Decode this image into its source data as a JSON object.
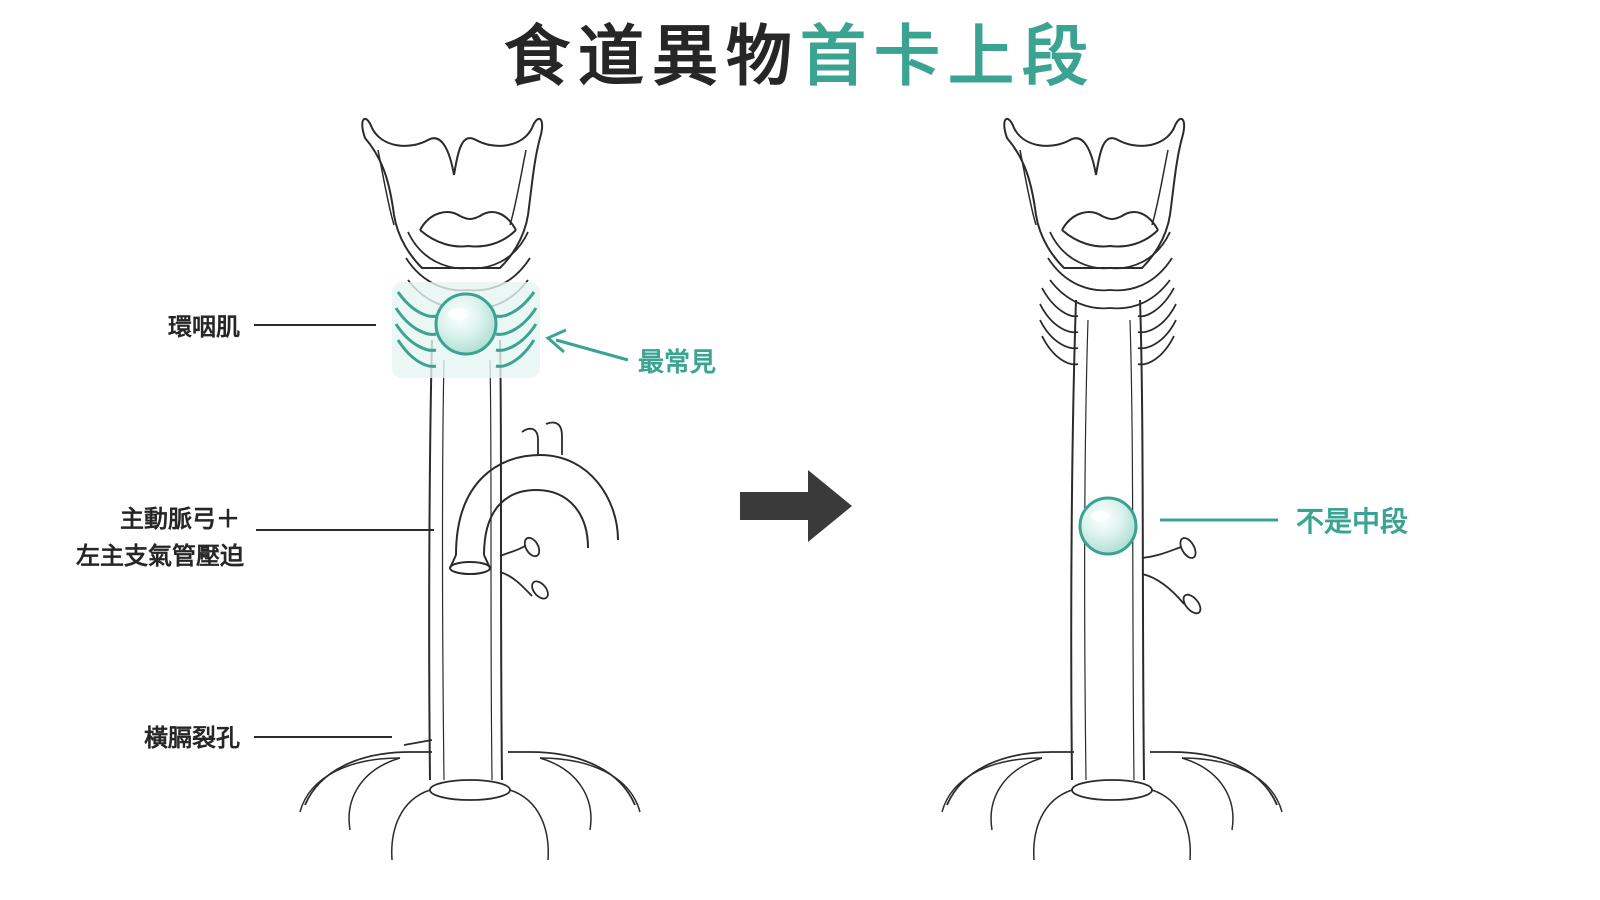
{
  "title": {
    "part_dark": "食道異物",
    "part_accent": "首卡上段"
  },
  "left_diagram": {
    "labels": {
      "cricopharyngeus": "環咽肌",
      "aortic_arch_line1": "主動脈弓＋",
      "aortic_arch_line2": "左主支氣管壓迫",
      "hiatus": "橫膈裂孔"
    },
    "callout": "最常見"
  },
  "right_diagram": {
    "callout": "不是中段"
  },
  "colors": {
    "accent": "#3aa391",
    "dark_text": "#262626",
    "line": "#2b2b2b",
    "arrow": "#3a3a3a",
    "bolus_fill": "#d8f1ec"
  },
  "icons": {
    "transition_arrow": "right-arrow-icon"
  }
}
